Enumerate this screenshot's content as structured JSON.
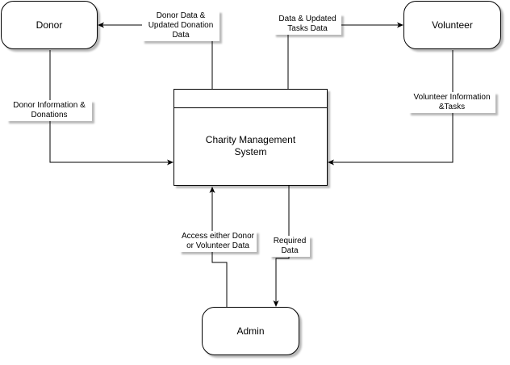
{
  "entities": {
    "donor": "Donor",
    "volunteer": "Volunteer",
    "admin": "Admin"
  },
  "process": {
    "label": "Charity Management System"
  },
  "flows": {
    "to_donor": "Donor Data & Updated Donation Data",
    "to_volunteer": "Data & Updated Tasks Data",
    "from_donor": "Donor Information & Donations",
    "from_volunteer": "Volunteer Information &Tasks",
    "from_admin": "Access either Donor or Volunteer Data",
    "to_admin": "Required Data"
  },
  "colors": {
    "stroke": "#000000",
    "fill": "#ffffff"
  }
}
